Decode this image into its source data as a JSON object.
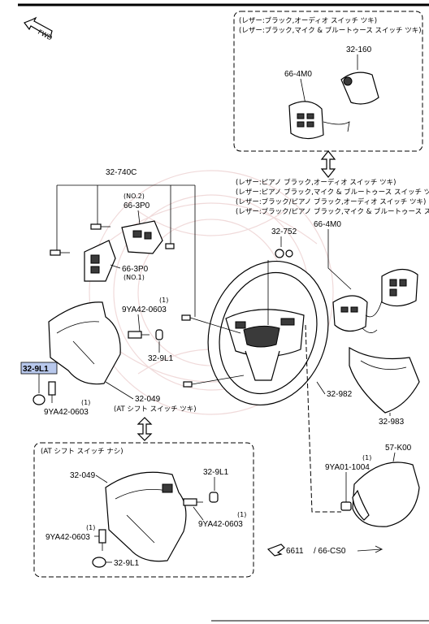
{
  "header_notes": {
    "top_right_line1": "(レザー:ブラック,オーディオ スイッチ ツキ)",
    "top_right_line2": "(レザー:ブラック,マイク & ブルートゥース スイッチ ツキ)",
    "mid_right_line1": "(レザー:ピアノ ブラック,オーディオ スイッチ ツキ)",
    "mid_right_line2": "(レザー:ピアノ ブラック,マイク & ブルートゥース スイッチ ツキ)",
    "mid_right_line3": "(レザー:ブラック/ピアノ ブラック,オーディオ スイッチ ツキ)",
    "mid_right_line4": "(レザー:ブラック/ピアノ ブラック,マイク & ブルートゥース スイッチ ツキ)",
    "bottom_left_box": "(AT シフト スイッチ ナシ)"
  },
  "labels": {
    "fwd": "FWD",
    "p32_160": "32-160",
    "p66_4m0_top": "66-4M0",
    "p32_740c": "32-740C",
    "no2": "(NO.2)",
    "p66_3p0_upper": "66-3P0",
    "p66_3p0_lower": "66-3P0",
    "no1": "(NO.1)",
    "p32_752": "32-752",
    "p66_4m0_mid": "66-4M0",
    "qty_1_a": "(1)",
    "p9ya42_0603_a": "9YA42-0603",
    "p32_9l1_highlight": "32-9L1",
    "p32_9l1_a": "32-9L1",
    "qty_1_b": "(1)",
    "p9ya42_0603_b": "9YA42-0603",
    "p32_049_a": "32-049",
    "at_switch_note": "(AT シフト スイッチ ツキ)",
    "p32_982": "32-982",
    "p32_983": "32-983",
    "p32_049_b": "32-049",
    "p32_9l1_b": "32-9L1",
    "qty_1_c": "(1)",
    "p9ya42_0603_c": "9YA42-0603",
    "qty_1_d": "(1)",
    "p9ya42_0603_d": "9YA42-0603",
    "p32_9l1_c": "32-9L1",
    "qty_1_e": "(1)",
    "p9ya01_1004": "9YA01-1004",
    "p57_k00": "57-K00",
    "ref_6611": "6611",
    "ref_66_cs0": "/ 66-CS0"
  },
  "colors": {
    "highlight_fill": "#b8c8ec",
    "line": "#000000",
    "watermark": "#f0dada"
  }
}
